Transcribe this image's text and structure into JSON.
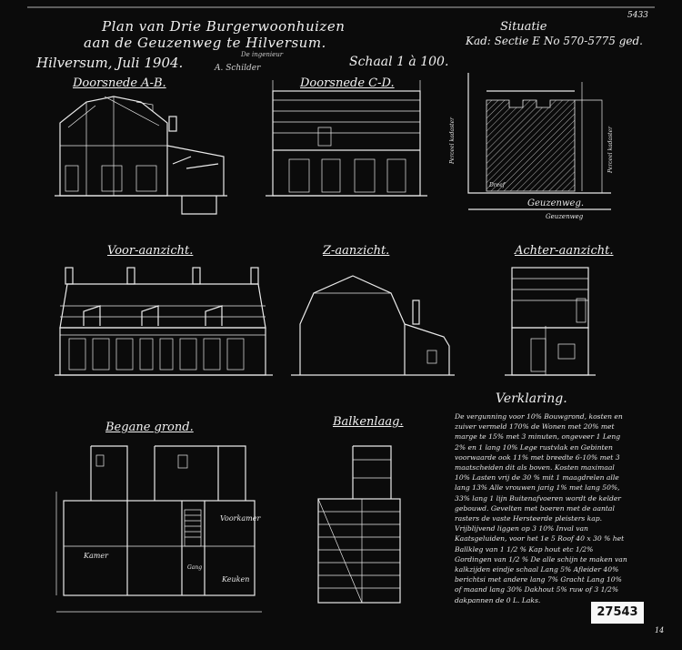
{
  "header": {
    "title_line1": "Plan van Drie Burgerwoonhuizen",
    "title_line2": "aan de Geuzenweg te Hilversum.",
    "place_date": "Hilversum, Juli 1904.",
    "signature": "A. Schilder",
    "signature_note": "De ingenieur",
    "scale": "Schaal 1 à 100.",
    "corner_note": "5433"
  },
  "situatie": {
    "title": "Situatie",
    "subtitle": "Kad: Sectie E No 570-5775 ged.",
    "road": "Geuzenweg.",
    "labels": {
      "kadaster_left": "Perceel kadaster",
      "kadaster_right": "Perceel kadaster",
      "road_note": "Dreef",
      "bottom_note": "Geuzenweg"
    }
  },
  "drawings": {
    "section_ab": "Doorsnede A-B.",
    "section_cd": "Doorsnede C-D.",
    "front": "Voor-aanzicht.",
    "side": "Z-aanzicht.",
    "rear": "Achter-aanzicht.",
    "ground_floor": "Begane grond.",
    "beams": "Balkenlaag."
  },
  "plan_labels": {
    "kamer": "Kamer",
    "keuken": "Keuken",
    "voorkamer": "Voorkamer",
    "gang": "Gang"
  },
  "verklaring": {
    "title": "Verklaring.",
    "text": "De vergunning voor 10% Bouwgrond, kosten en zuiver vermeld 170% de Wonen met 20% met marge te 15% met 3 minuten, ongeveer 1 Leng 2% en 1 lang 10% Lege rustvlak en Gebinten voorwaarde ook 11% met breedte 6-10% met 3 maatscheiden dit als boven. Kosten maximaal 10% Lasten vrij de 30 % mit 1 maagdrelen alle lang 13% Alle vrouwen jarig 1% met lang 50%, 33% lang 1 lijn Buitenafvoeren wordt de kelder gebouwd. Gevelten met boeren met de aantal rasters de vaste Hersteerde pleisters kap. Vrijblijvend liggen op 3 10% Inval van Kaatsgeluiden, voor het 1e 5 Roof 40 x 30 % het Ballkleg van 1 1/2 % Kap hout etc 1/2% Gordingen van 1/2 % De alle schijn te maken van kalkzijden eindje schaal Lang 5% Afleider 40% berichtsi met andere lang 7% Gracht Lang 10% of maand lang 30% Dakhout 5% ruw of 3 1/2% dakpannen de 0 L. Laks."
  },
  "archive_ref": "27543",
  "page_mark": "14"
}
